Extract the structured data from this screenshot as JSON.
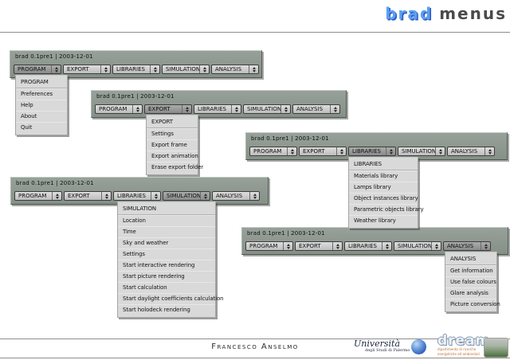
{
  "header": {
    "brand": "brad",
    "title": "menus"
  },
  "app_title": "brad 0.1pre1 | 2003-12-01",
  "menus": [
    "PROGRAM",
    "EXPORT",
    "LIBRARIES",
    "SIMULATION",
    "ANALYSIS"
  ],
  "bars": [
    {
      "selected": "PROGRAM",
      "dropdown": {
        "items": [
          "PROGRAM",
          "Preferences",
          "Help",
          "About",
          "Quit"
        ]
      }
    },
    {
      "selected": "EXPORT",
      "dropdown": {
        "items": [
          "EXPORT",
          "Settings",
          "Export frame",
          "Export animation",
          "Erase export folder"
        ]
      }
    },
    {
      "selected": "LIBRARIES",
      "dropdown": {
        "items": [
          "LIBRARIES",
          "Materials library",
          "Lamps library",
          "Object instances library",
          "Parametric objects library",
          "Weather library"
        ]
      }
    },
    {
      "selected": "SIMULATION",
      "dropdown": {
        "items": [
          "SIMULATION",
          "Location",
          "Time",
          "Sky and weather",
          "Settings",
          "Start interactive rendering",
          "Start picture rendering",
          "Start calculation",
          "Start daylight coefficients calculation",
          "Start holodeck rendering"
        ]
      }
    },
    {
      "selected": "ANALYSIS",
      "dropdown": {
        "items": [
          "ANALYSIS",
          "Get information",
          "Use false colours",
          "Glare analysis",
          "Picture conversion"
        ]
      }
    }
  ],
  "footer": {
    "author": "Francesco Anselmo",
    "university_name": "Università",
    "university_sub": "degli Studi di Palermo",
    "dream_name": "dream",
    "dream_sub1": "dipartimento di ricerche",
    "dream_sub2": "energetiche ed ambientali"
  },
  "colors": {
    "accent_blue": "#5b9ff0",
    "accent_blue_shadow": "#2b57c4",
    "panel_green_gray": "#8f9a92",
    "dropdown_bg": "#d9d9d9"
  }
}
